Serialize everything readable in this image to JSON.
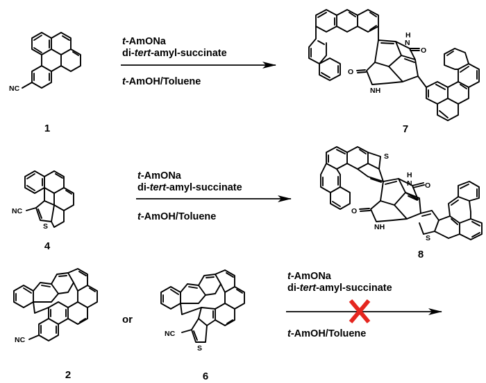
{
  "reagents": {
    "base": "-AmONa",
    "base_italic": "t",
    "ester_prefix": "di-",
    "ester_italic": "tert",
    "ester_suffix": "-amyl-succinate",
    "solvent_italic": "t",
    "solvent": "-AmOH/Toluene"
  },
  "compounds": {
    "c1": "1",
    "c4": "4",
    "c7": "7",
    "c8": "8",
    "c2": "2",
    "c6": "6"
  },
  "labels": {
    "nc": "NC",
    "s": "S",
    "nh": "NH",
    "hn": "H",
    "n": "N",
    "o": "O",
    "or": "or"
  },
  "colors": {
    "cross": "#e5261f",
    "ink": "#000000"
  },
  "icons": {
    "failed_reaction": "red-x-icon"
  }
}
